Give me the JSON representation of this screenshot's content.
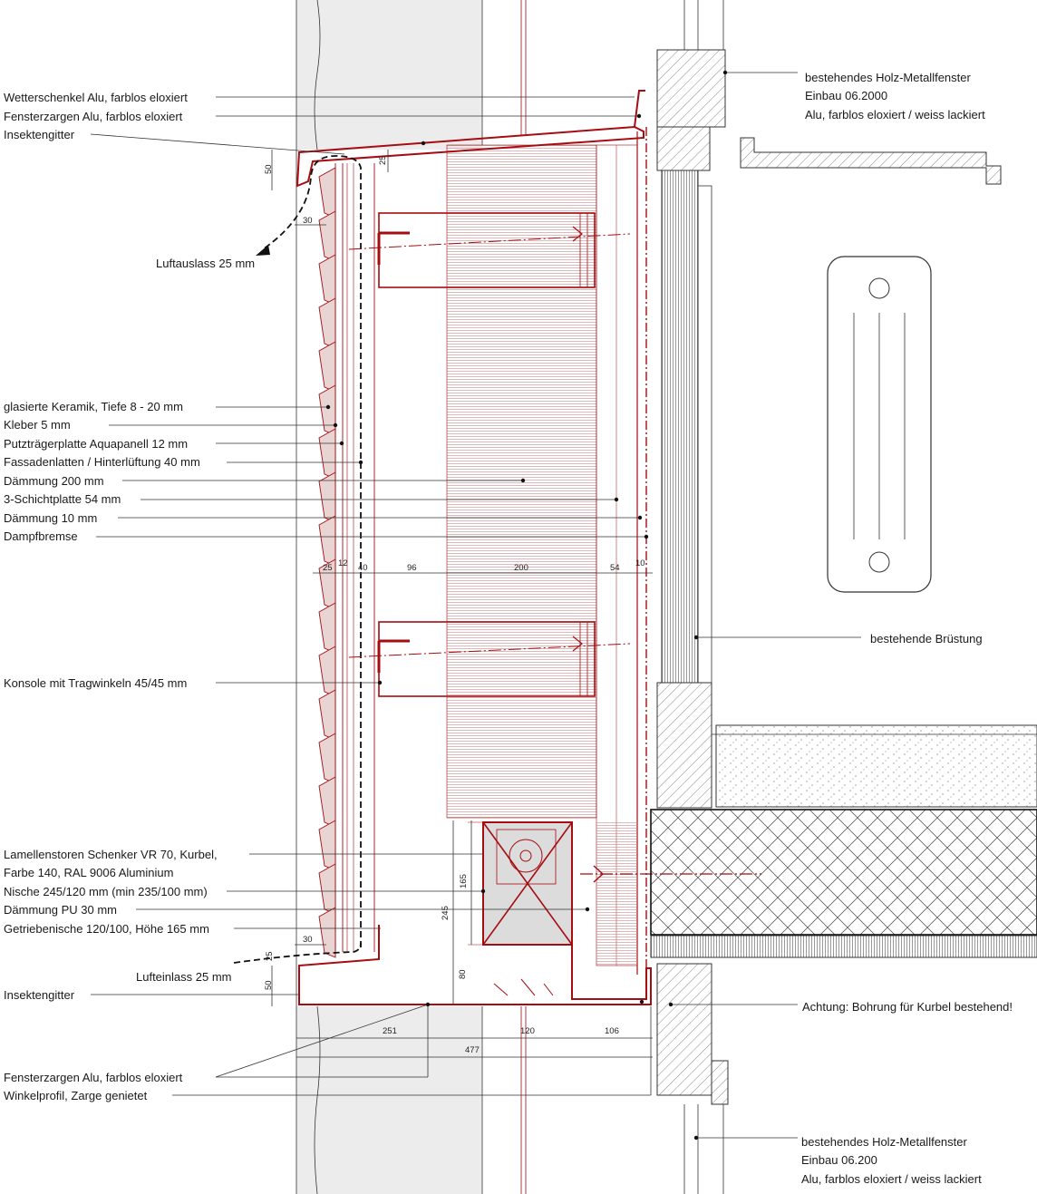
{
  "labels_left": [
    "Wetterschenkel Alu, farblos eloxiert",
    "Fensterzargen Alu, farblos eloxiert",
    "Insektengitter",
    "Luftauslass 25 mm",
    "glasierte Keramik, Tiefe 8 - 20 mm",
    "Kleber 5 mm",
    "Putzträgerplatte  Aquapanell 12 mm",
    "Fassadenlatten / Hinterlüftung 40 mm",
    "Dämmung 200 mm",
    "3-Schichtplatte 54 mm",
    "Dämmung 10 mm",
    "Dampfbremse",
    "Konsole mit Tragwinkeln 45/45 mm",
    "Lamellenstoren Schenker VR 70, Kurbel,",
    "Farbe 140, RAL 9006 Aluminium",
    "Nische 245/120 mm (min 235/100 mm)",
    "Dämmung PU 30 mm",
    "Getriebenische 120/100, Höhe 165 mm",
    "Lufteinlass 25 mm",
    "Insektengitter",
    "Fensterzargen Alu, farblos eloxiert",
    "Winkelprofil, Zarge genietet"
  ],
  "labels_right": [
    "bestehendes Holz-Metallfenster",
    "Einbau 06.2000",
    "Alu, farblos eloxiert / weiss lackiert",
    "bestehende Brüstung",
    "Achtung: Bohrung für Kurbel bestehend!",
    "bestehendes Holz-Metallfenster",
    "Einbau 06.200",
    "Alu, farblos eloxiert / weiss lackiert"
  ],
  "dimensions": {
    "layers": [
      "25",
      "12",
      "40",
      "96",
      "200",
      "54",
      "10"
    ],
    "top": [
      "50",
      "25",
      "30"
    ],
    "bottom": [
      "30",
      "25",
      "50"
    ],
    "niche": [
      "165",
      "245",
      "80"
    ],
    "base": [
      "251",
      "120",
      "106",
      "477"
    ]
  },
  "colors": {
    "accent_red": "#a50d12",
    "line": "#333333",
    "grey_fill": "#ececec"
  }
}
